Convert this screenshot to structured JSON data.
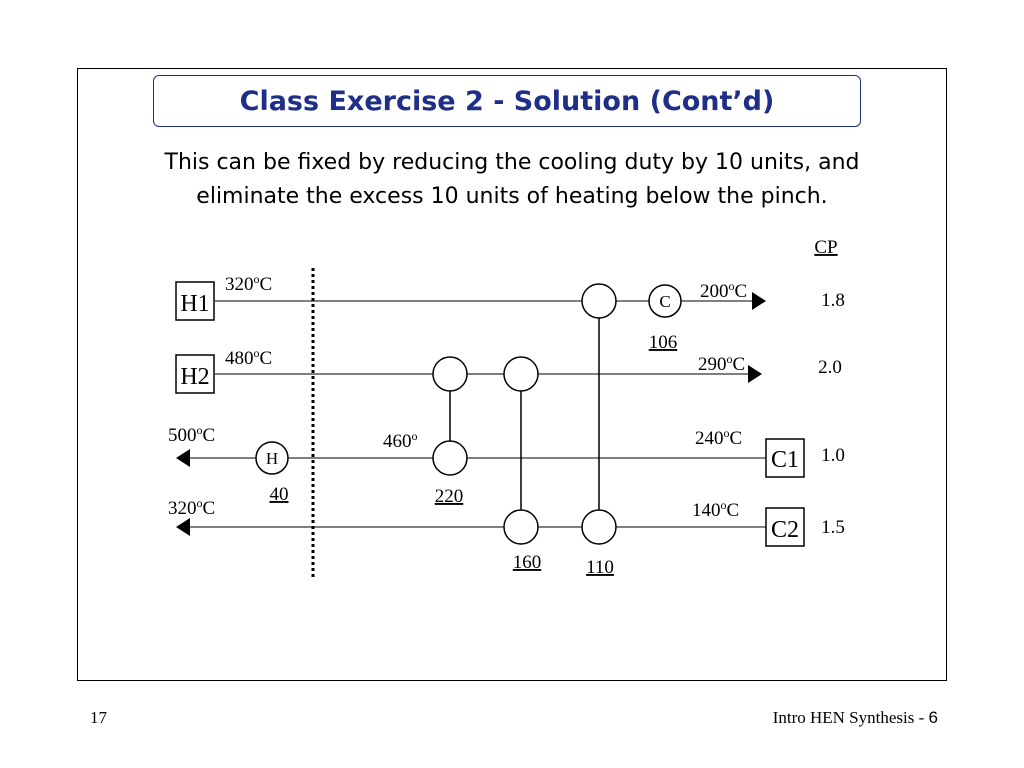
{
  "title": "Class Exercise 2 - Solution (Cont’d)",
  "subtitle_lines": [
    "This can be fixed by reducing the cooling duty by 10 units, and",
    "eliminate the excess 10 units of heating below the pinch."
  ],
  "cp_header": "CP",
  "streams": [
    {
      "name": "H1",
      "inlet_temp": "320",
      "outlet_temp": "200",
      "cp": "1.8",
      "direction": "right"
    },
    {
      "name": "H2",
      "inlet_temp": "480",
      "outlet_temp": "290",
      "cp": "2.0",
      "direction": "right"
    },
    {
      "name": "C1",
      "inlet_temp": "240",
      "outlet_temp": "500",
      "cp": "1.0",
      "direction": "left"
    },
    {
      "name": "C2",
      "inlet_temp": "140",
      "outlet_temp": "320",
      "cp": "1.5",
      "direction": "left"
    }
  ],
  "temp_unit": "C",
  "intermediate_temp": "460",
  "exchangers": [
    {
      "duty": "220",
      "from": "H2",
      "to": "C1"
    },
    {
      "duty": "160",
      "from": "H2",
      "to": "C2"
    },
    {
      "duty": "110",
      "from": "H1",
      "to": "C2"
    }
  ],
  "utilities": [
    {
      "symbol": "C",
      "duty": "106",
      "stream": "H1"
    },
    {
      "symbol": "H",
      "duty": "40",
      "stream": "C1"
    }
  ],
  "footer": {
    "slide_number": "17",
    "course": "Intro HEN Synthesis - ",
    "page": "6"
  },
  "colors": {
    "title": "#1f2f88",
    "line": "#000000"
  }
}
